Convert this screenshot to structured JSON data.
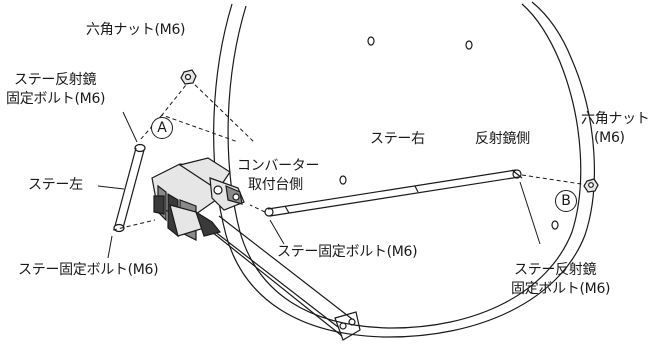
{
  "labels": {
    "hex_nut_top": "六角ナット(M6)",
    "stay_reflector_bolt_left_line1": "ステー反射鏡",
    "stay_reflector_bolt_left_line2": "固定ボルト(M6)",
    "marker_a": "A",
    "stay_left": "ステー左",
    "stay_right": "ステー右",
    "converter_side_line1": "コンバーター",
    "converter_side_line2": "取付台側",
    "reflector_side": "反射鏡側",
    "hex_nut_right_line1": "六角ナット",
    "hex_nut_right_line2": "(M6)",
    "marker_b": "B",
    "stay_fixing_bolt_center": "ステー固定ボルト(M6)",
    "stay_fixing_bolt_left": "ステー固定ボルト(M6)",
    "stay_reflector_bolt_right_line1": "ステー反射鏡",
    "stay_reflector_bolt_right_line2": "固定ボルト(M6)"
  },
  "colors": {
    "line": "#1a1a1a",
    "fill_dark": "#3a3a3a",
    "fill_mid": "#8a8a8a",
    "fill_light": "#e6e6e6"
  }
}
